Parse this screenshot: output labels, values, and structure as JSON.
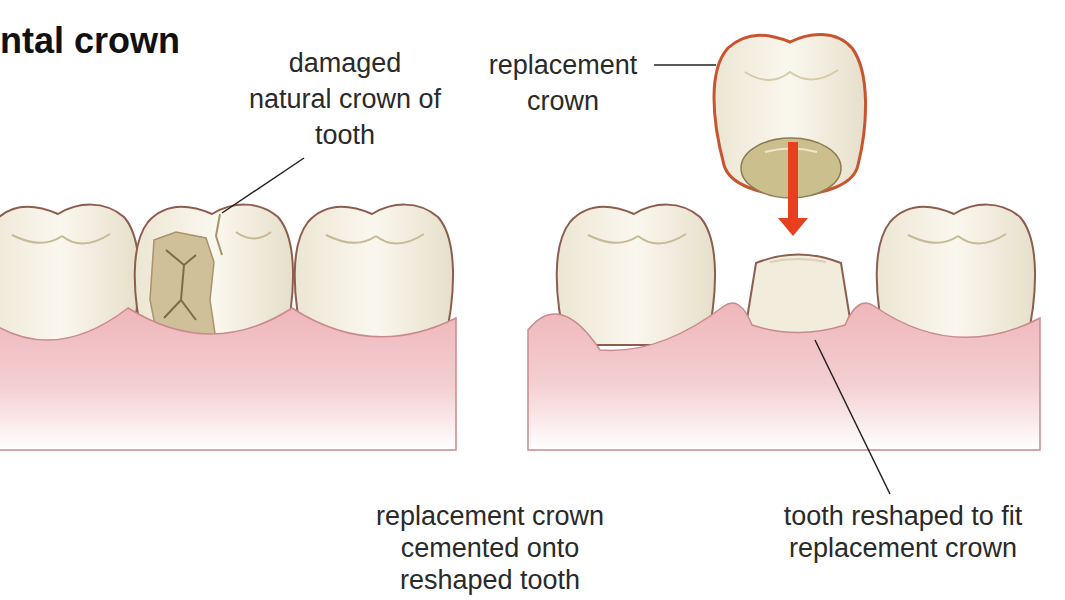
{
  "diagram": {
    "title": "ntal crown",
    "labels": [
      "damaged natural crown of tooth",
      "replacement crown",
      "replacement crown cemented onto reshaped tooth",
      "tooth reshaped to fit replacement crown"
    ]
  }
}
